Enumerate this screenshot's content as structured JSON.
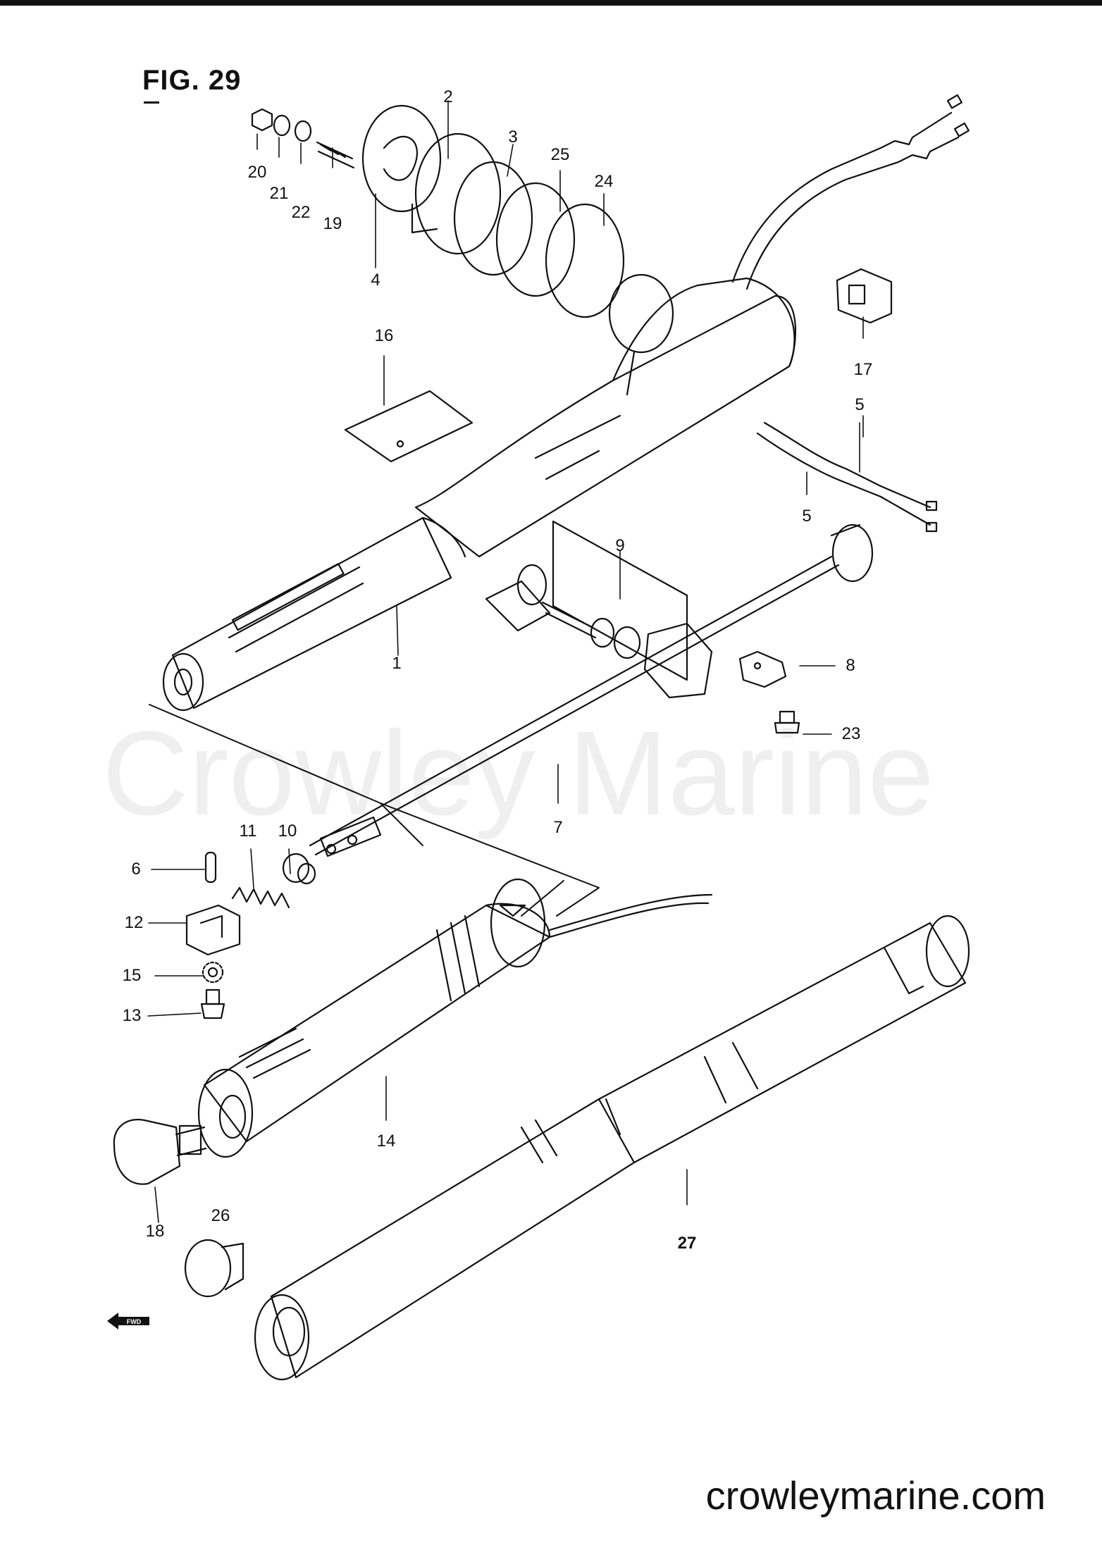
{
  "figure": {
    "title": "FIG. 29"
  },
  "watermark": "Crowley Marine",
  "website": "crowleymarine.com",
  "fwd_label": "FWD",
  "colors": {
    "ink": "#111111",
    "paper": "#ffffff"
  },
  "callouts": [
    {
      "id": "c1",
      "label": "1"
    },
    {
      "id": "c2",
      "label": "2"
    },
    {
      "id": "c3",
      "label": "3"
    },
    {
      "id": "c4",
      "label": "4"
    },
    {
      "id": "c5a",
      "label": "5"
    },
    {
      "id": "c5b",
      "label": "5"
    },
    {
      "id": "c6",
      "label": "6"
    },
    {
      "id": "c7",
      "label": "7"
    },
    {
      "id": "c8",
      "label": "8"
    },
    {
      "id": "c9",
      "label": "9"
    },
    {
      "id": "c10",
      "label": "10"
    },
    {
      "id": "c11",
      "label": "11"
    },
    {
      "id": "c12",
      "label": "12"
    },
    {
      "id": "c13",
      "label": "13"
    },
    {
      "id": "c14",
      "label": "14"
    },
    {
      "id": "c15",
      "label": "15"
    },
    {
      "id": "c16",
      "label": "16"
    },
    {
      "id": "c17",
      "label": "17"
    },
    {
      "id": "c18",
      "label": "18"
    },
    {
      "id": "c19",
      "label": "19"
    },
    {
      "id": "c20",
      "label": "20"
    },
    {
      "id": "c21",
      "label": "21"
    },
    {
      "id": "c22",
      "label": "22"
    },
    {
      "id": "c23",
      "label": "23"
    },
    {
      "id": "c24",
      "label": "24"
    },
    {
      "id": "c25",
      "label": "25"
    },
    {
      "id": "c26",
      "label": "26"
    },
    {
      "id": "c27",
      "label": "27"
    }
  ]
}
